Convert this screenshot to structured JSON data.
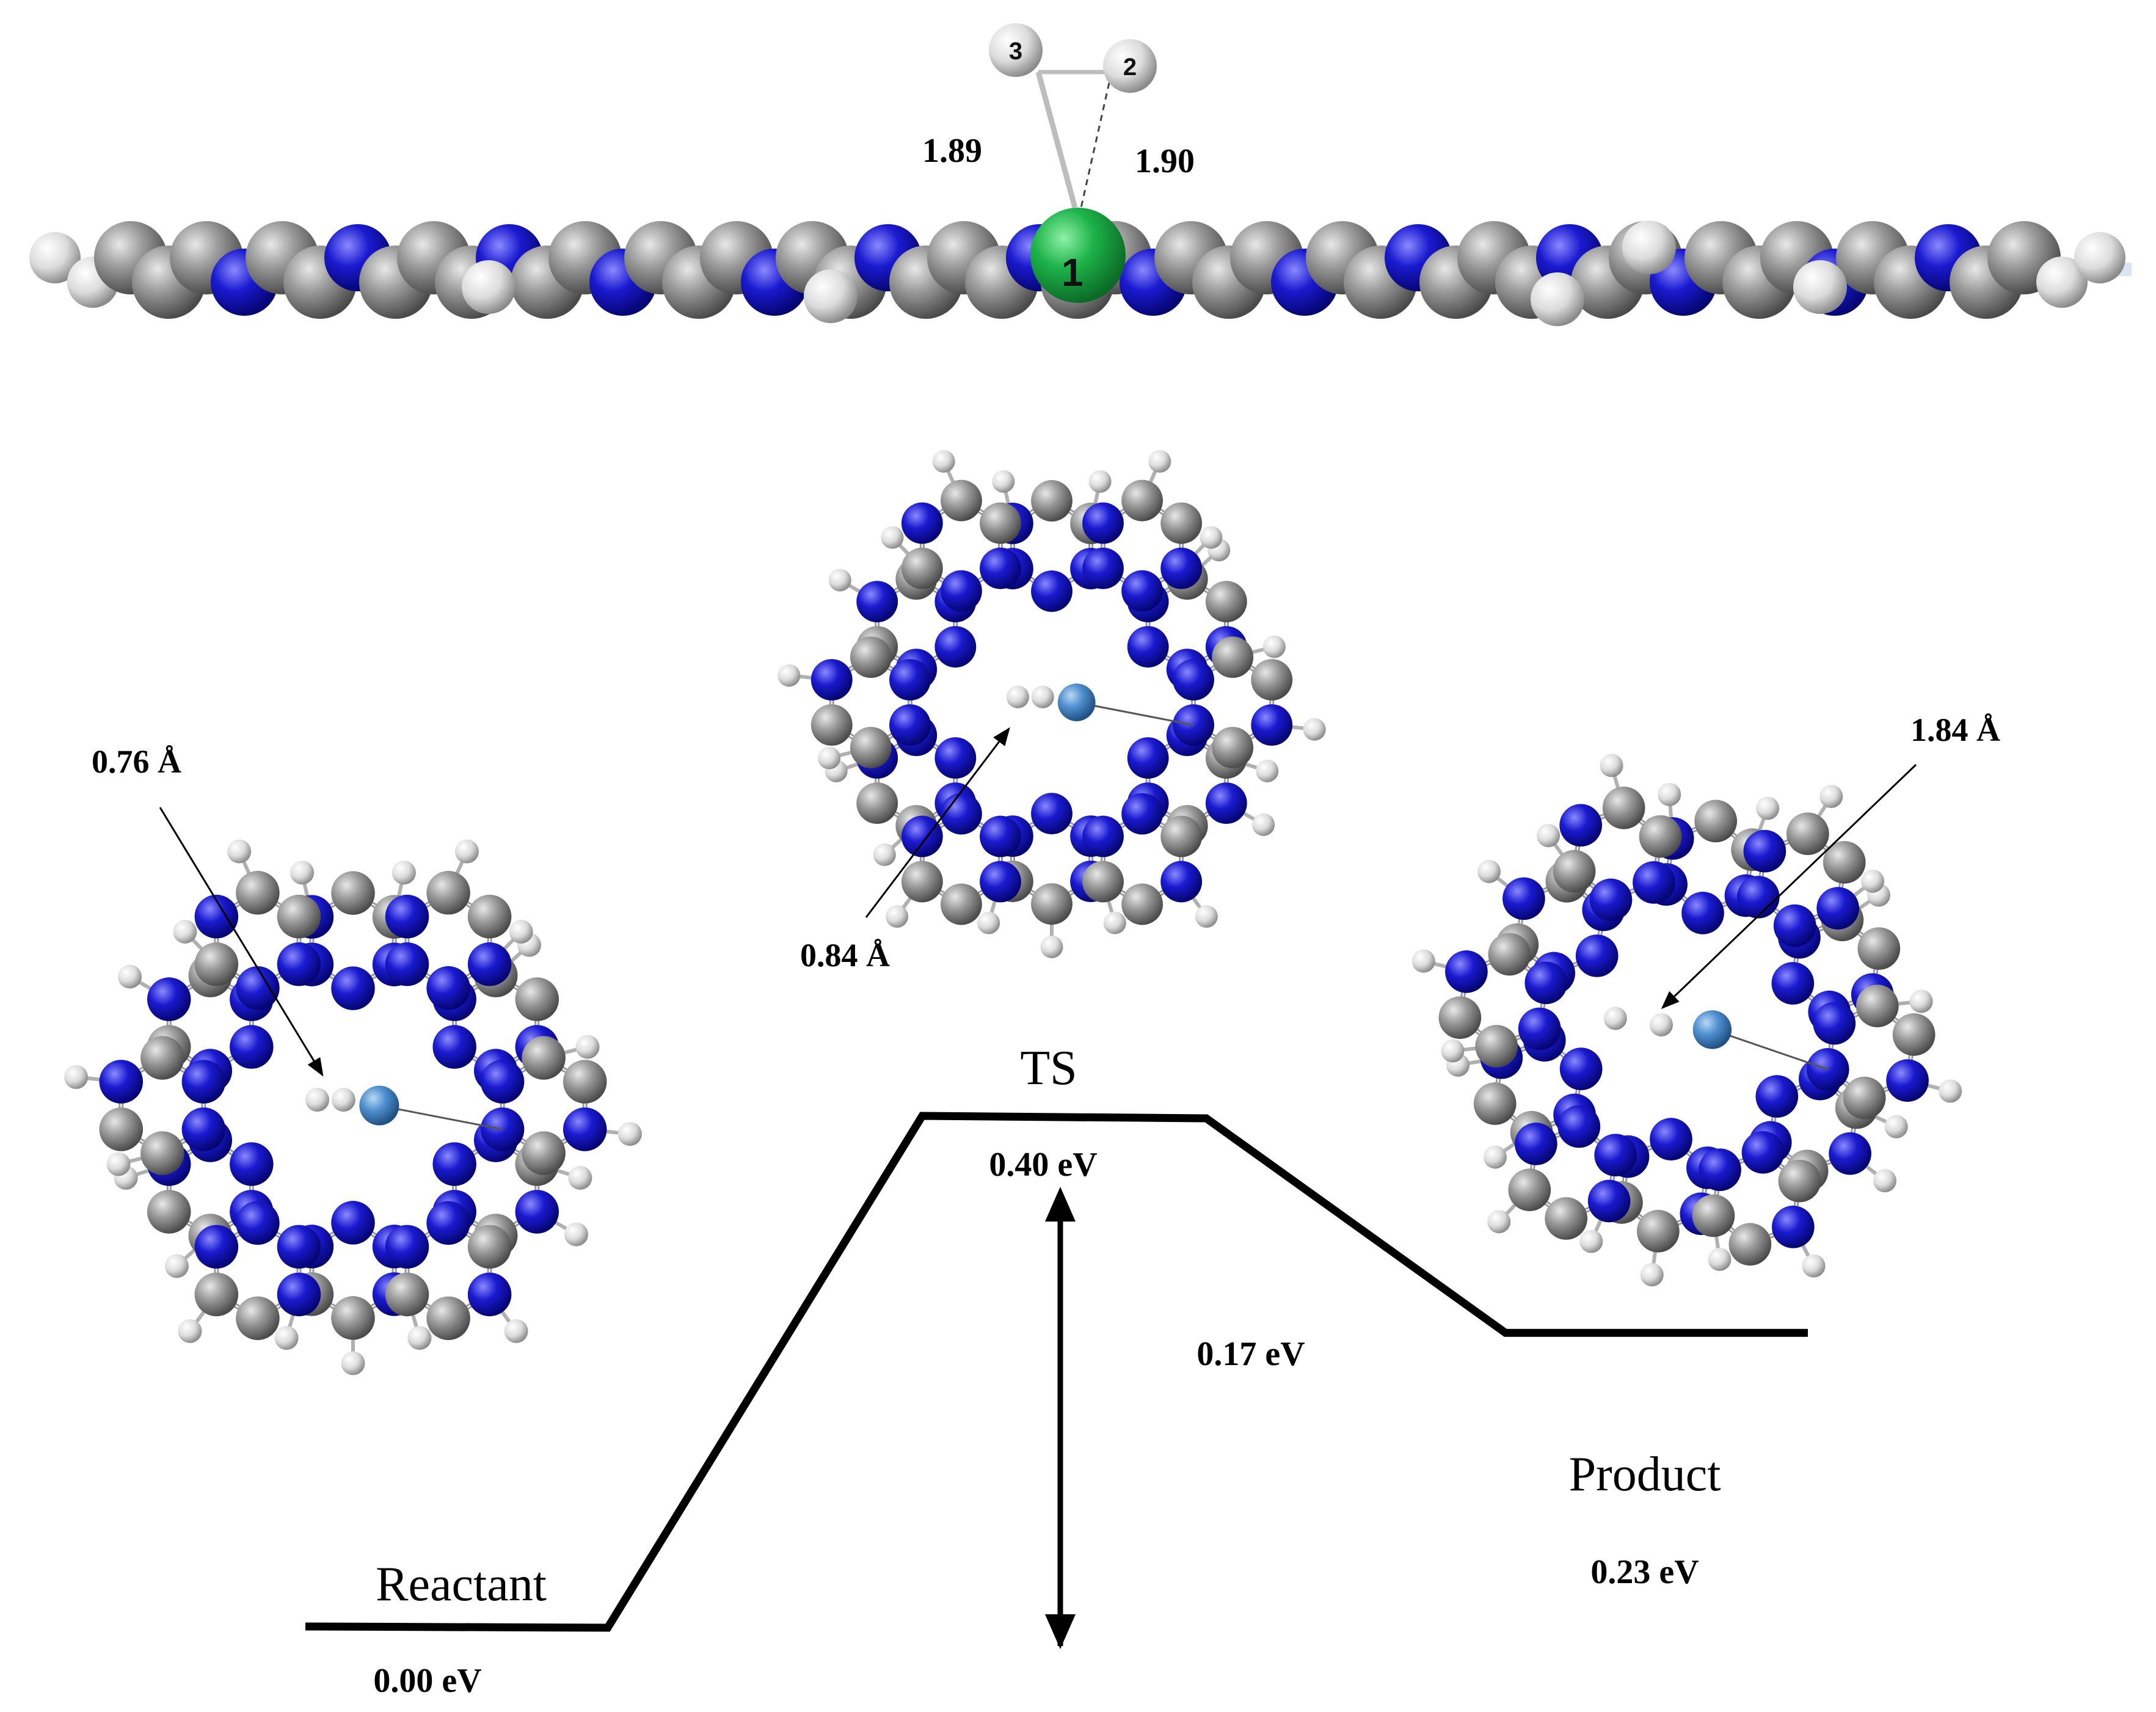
{
  "side_view": {
    "atom_labels": [
      "1",
      "2",
      "3"
    ],
    "distances": [
      "1.89",
      "1.90"
    ]
  },
  "structures": {
    "reactant": {
      "distance": "0.76 Å"
    },
    "ts": {
      "distance": "0.84 Å"
    },
    "product": {
      "distance": "1.84 Å"
    }
  },
  "profile": {
    "reactant": {
      "label": "Reactant",
      "energy": "0.00 eV",
      "value": 0.0
    },
    "ts": {
      "label": "TS",
      "energy": "0.40 eV",
      "value": 0.4
    },
    "product": {
      "label": "Product",
      "energy": "0.23 eV",
      "value": 0.23
    },
    "reverse_barrier": "0.17 eV"
  },
  "colors": {
    "carbon": "#8c8c8c",
    "nitrogen": "#1a1acc",
    "hydrogen": "#e6e6e6",
    "metal_side": "#1db34a",
    "metal_top": "#4f8fcf",
    "line": "#000000"
  }
}
